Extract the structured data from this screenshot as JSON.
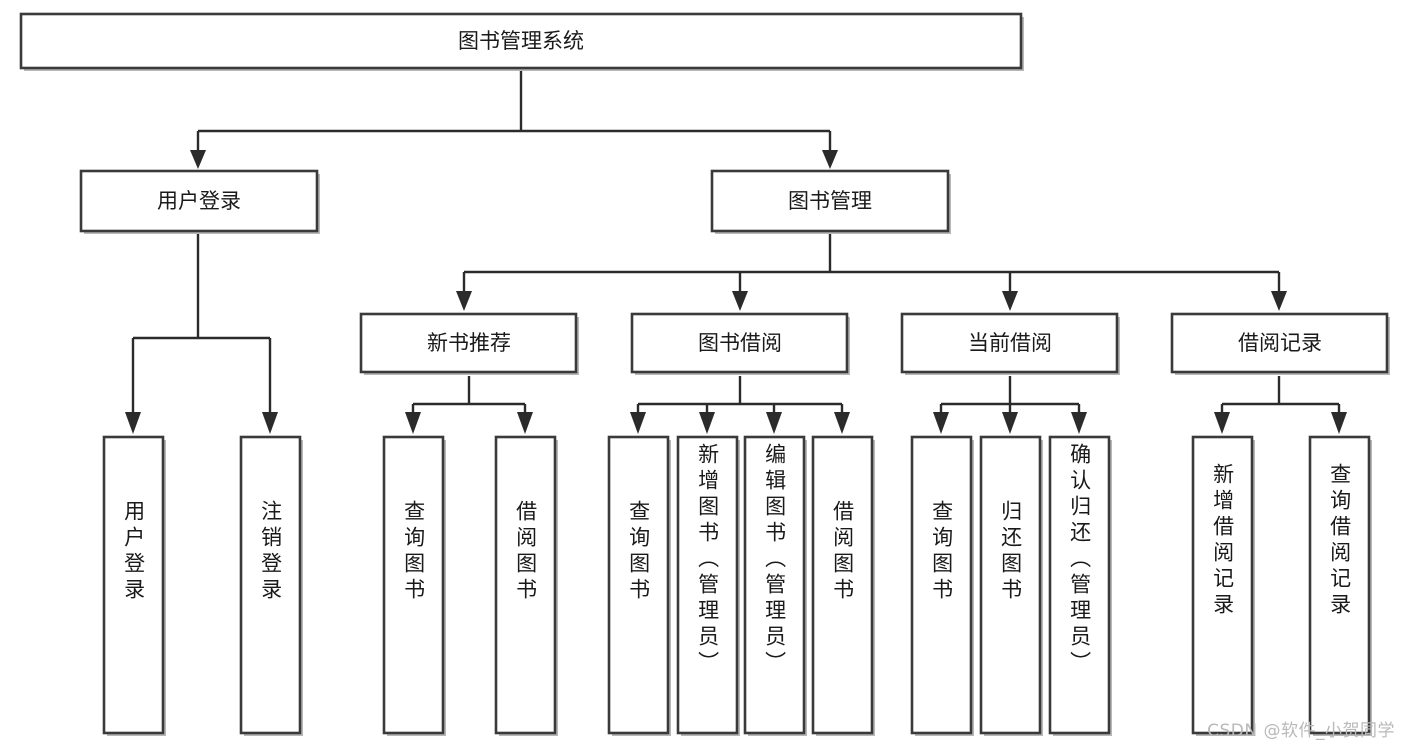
{
  "diagram": {
    "type": "tree-hierarchy",
    "title": "图书管理系统",
    "watermark": "CSDN @软件_小贺同学",
    "colors": {
      "box_stroke": "#3a3a3a",
      "box_fill": "#ffffff",
      "edge": "#2b2b2b",
      "text": "#1a1a1a",
      "watermark": "#b9b9b9"
    },
    "nodes": {
      "root": {
        "label": "图书管理系统",
        "orientation": "horizontal"
      },
      "level2": [
        {
          "id": "user-login",
          "label": "用户登录",
          "orientation": "horizontal"
        },
        {
          "id": "book-manage",
          "label": "图书管理",
          "orientation": "horizontal"
        }
      ],
      "level3": [
        {
          "id": "new-book-recommend",
          "label": "新书推荐",
          "orientation": "horizontal"
        },
        {
          "id": "book-borrow",
          "label": "图书借阅",
          "orientation": "horizontal"
        },
        {
          "id": "current-borrow",
          "label": "当前借阅",
          "orientation": "horizontal"
        },
        {
          "id": "borrow-record",
          "label": "借阅记录",
          "orientation": "horizontal"
        }
      ],
      "leaves": [
        {
          "id": "leaf-user-login",
          "label": "用户登录",
          "parent": "user-login",
          "orientation": "vertical"
        },
        {
          "id": "leaf-logout-login",
          "label": "注销登录",
          "parent": "user-login",
          "orientation": "vertical"
        },
        {
          "id": "leaf-query-book-1",
          "label": "查询图书",
          "parent": "new-book-recommend",
          "orientation": "vertical"
        },
        {
          "id": "leaf-borrow-book-1",
          "label": "借阅图书",
          "parent": "new-book-recommend",
          "orientation": "vertical"
        },
        {
          "id": "leaf-query-book-2",
          "label": "查询图书",
          "parent": "book-borrow",
          "orientation": "vertical"
        },
        {
          "id": "leaf-add-book",
          "label": "新增图书（管理员）",
          "parent": "book-borrow",
          "orientation": "vertical"
        },
        {
          "id": "leaf-edit-book",
          "label": "编辑图书（管理员）",
          "parent": "book-borrow",
          "orientation": "vertical"
        },
        {
          "id": "leaf-borrow-book-2",
          "label": "借阅图书",
          "parent": "book-borrow",
          "orientation": "vertical"
        },
        {
          "id": "leaf-query-book-3",
          "label": "查询图书",
          "parent": "current-borrow",
          "orientation": "vertical"
        },
        {
          "id": "leaf-return-book",
          "label": "归还图书",
          "parent": "current-borrow",
          "orientation": "vertical"
        },
        {
          "id": "leaf-confirm-return",
          "label": "确认归还（管理员）",
          "parent": "current-borrow",
          "orientation": "vertical"
        },
        {
          "id": "leaf-add-record",
          "label": "新增借阅记录",
          "parent": "borrow-record",
          "orientation": "vertical"
        },
        {
          "id": "leaf-query-record",
          "label": "查询借阅记录",
          "parent": "borrow-record",
          "orientation": "vertical"
        }
      ]
    }
  }
}
